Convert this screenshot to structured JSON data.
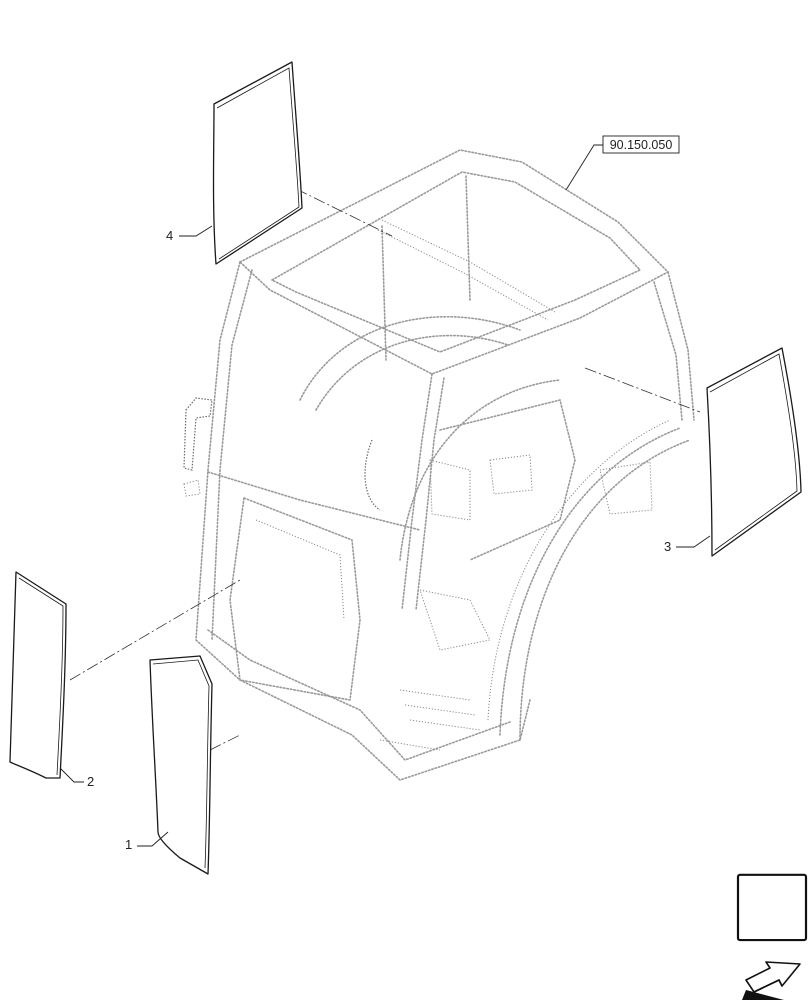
{
  "callouts": {
    "part_1": "1",
    "part_2": "2",
    "part_3": "3",
    "part_4": "4"
  },
  "reference": {
    "code": "90.150.050"
  },
  "icons": {
    "nav": "next-page-arrow-icon"
  },
  "colors": {
    "outline": "#1a1a1a",
    "frame": "#9a9a9a",
    "background": "#ffffff"
  }
}
